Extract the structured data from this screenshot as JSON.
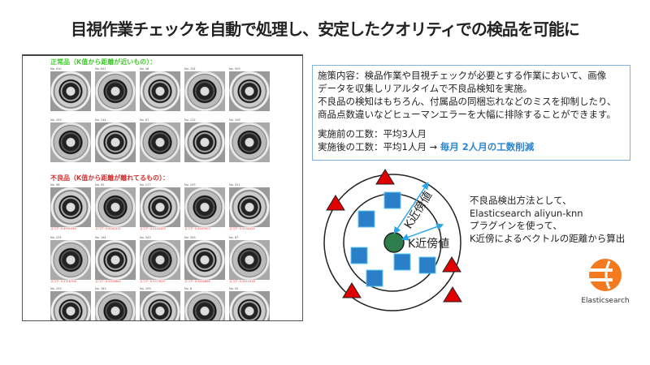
{
  "title": "目視作業チェックを自動で処理し、安定したクオリティでの検品を可能に",
  "results": {
    "normal_heading": "正常品（K值から距離が近いもの）：",
    "normal_items": [
      [
        "No. 910",
        "No. 641",
        "No. 46",
        "No. 744",
        "No. 509"
      ],
      [
        "No. 193",
        "No. 144",
        "No. 87",
        "No. 122",
        "No. 108"
      ]
    ],
    "defect_heading": "不良品（K值から距離が離れてるもの）：",
    "defect_items": [
      [
        [
          "No. 98",
          "スコア: 0.4901054"
        ],
        [
          "No. 50",
          "スコア: 0.5041332"
        ],
        [
          "No. 177",
          "スコア: 0.5104103"
        ],
        [
          "No. 193",
          "スコア: 0.5107903"
        ],
        [
          "No. 321",
          "スコア: 0.5194154"
        ]
      ],
      [
        [
          "No. 224",
          "スコア: 0.5316706"
        ],
        [
          "No. 164",
          "スコア: 0.5325664"
        ],
        [
          "No. 343",
          "スコア: 0.5373037"
        ],
        [
          "No. 309",
          "スコア: 0.5410866"
        ],
        [
          "No. 87",
          "スコア: 0.5411016"
        ]
      ],
      [
        [
          "No. 293",
          ""
        ],
        [
          "No. 183",
          ""
        ],
        [
          "No. 109",
          ""
        ],
        [
          "No. 8",
          ""
        ],
        [
          "No. 92",
          ""
        ]
      ]
    ],
    "normal_color": "#3fcc2a",
    "defect_color": "#d23030"
  },
  "description": {
    "lines": [
      "施策内容：検品作業や目視チェックが必要とする作業において、画像",
      "データを収集しリアルタイムで不良品検知を実施。",
      "不良品の検知はもちろん、付属品の同梱忘れなどのミスを抑制したり、",
      "商品点数違いなどヒューマンエラーを大幅に排除することができます。"
    ],
    "before": "実施前の工数：平均3人月",
    "after": "実施後の工数：平均1人月 → ",
    "result": "毎月 2人月の工数削減"
  },
  "diagram": {
    "label1": "K近傍値",
    "label2": "K近傍値"
  },
  "method": [
    "不良品検出方法として、",
    "Elasticsearch aliyun-knn",
    "プラグインを使って、",
    "K近傍によるベクトルの距離から算出"
  ],
  "logo": {
    "text": "Elasticsearch"
  }
}
